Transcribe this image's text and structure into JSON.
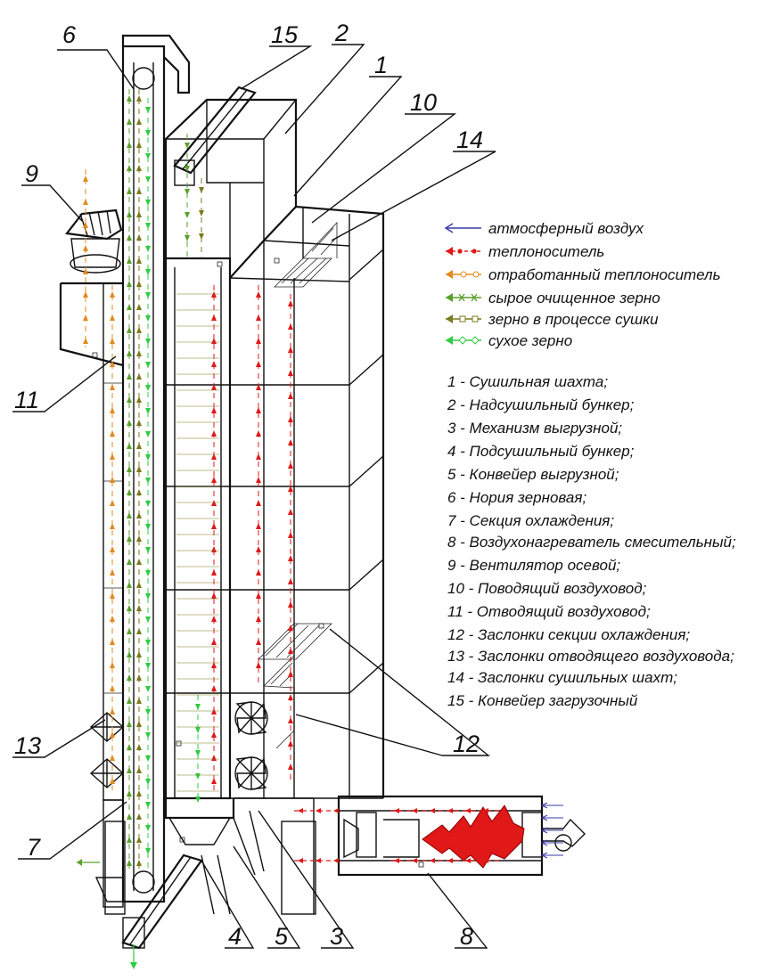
{
  "callouts": [
    "6",
    "15",
    "2",
    "1",
    "10",
    "14",
    "9",
    "11",
    "13",
    "7",
    "4",
    "5",
    "3",
    "8",
    "12"
  ],
  "legend": [
    {
      "label": "атмосферный воздух",
      "color": "#3a3aa8",
      "marker": "open-arrow"
    },
    {
      "label": "теплоноситель",
      "color": "#e01818",
      "marker": "dot-arrow"
    },
    {
      "label": "отработанный теплоноситель",
      "color": "#e58a1f",
      "marker": "circle-arrow"
    },
    {
      "label": "сырое очищенное зерно",
      "color": "#5aa02c",
      "marker": "cross-arrow"
    },
    {
      "label": "зерно в процессе сушки",
      "color": "#7a7a1e",
      "marker": "square-arrow"
    },
    {
      "label": "сухое зерно",
      "color": "#2ecc40",
      "marker": "diamond-arrow"
    }
  ],
  "parts": [
    "1 - Сушильная шахта;",
    "2 - Надсушильный бункер;",
    "3 - Механизм выгрузной;",
    "4 - Подсушильный бункер;",
    "5 - Конвейер выгрузной;",
    "6 - Нория зерновая;",
    "7 - Секция охлаждения;",
    "8 - Воздухонагреватель смесительный;",
    "9 - Вентилятор осевой;",
    "10 - Поводящий воздуховод;",
    "11 - Отводящий воздуховод;",
    "12 - Заслонки секции охлаждения;",
    "13 - Заслонки отводящего воздуховода;",
    "14 - Заслонки сушильных шахт;",
    "15 - Конвейер загрузочный"
  ],
  "colors": {
    "line": "#111111",
    "atmospheric_air": "#3a3aa8",
    "heat_carrier": "#e01818",
    "exhaust": "#e58a1f",
    "raw_grain": "#5aa02c",
    "drying_grain": "#7a7a1e",
    "dry_grain": "#2ecc40",
    "flame": "#e01818"
  }
}
